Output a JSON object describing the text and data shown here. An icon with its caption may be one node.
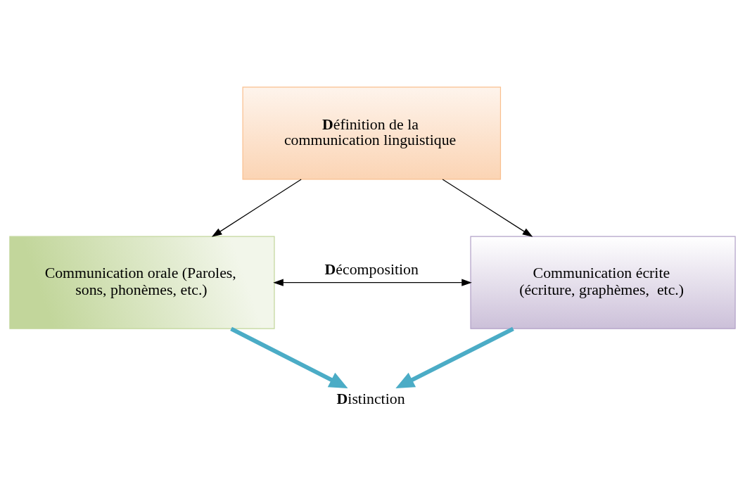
{
  "diagram": {
    "nodes": [
      {
        "text": [
          "**D**éfinition de la communication linguistique"
        ]
      },
      {
        "text": [
          "Communication orale (Paroles, sons, phonèmes, etc.)"
        ]
      },
      {
        "text": [
          "Communication écrite (écriture, graphèmes,  etc.)"
        ]
      },
      {
        "text": [
          "**D**istinction"
        ]
      }
    ],
    "edges": [
      {
        "from": 0,
        "to": 1,
        "arrow": "to"
      },
      {
        "from": 0,
        "to": 2,
        "arrow": "to"
      },
      {
        "from": 1,
        "to": 2,
        "arrow": "both",
        "label": "**D**écomposition"
      },
      {
        "from": 1,
        "to": 3,
        "arrow": "to",
        "style": "thick",
        "color": "#4bacc6"
      },
      {
        "from": 2,
        "to": 3,
        "arrow": "to",
        "style": "thick",
        "color": "#4bacc6"
      }
    ]
  }
}
